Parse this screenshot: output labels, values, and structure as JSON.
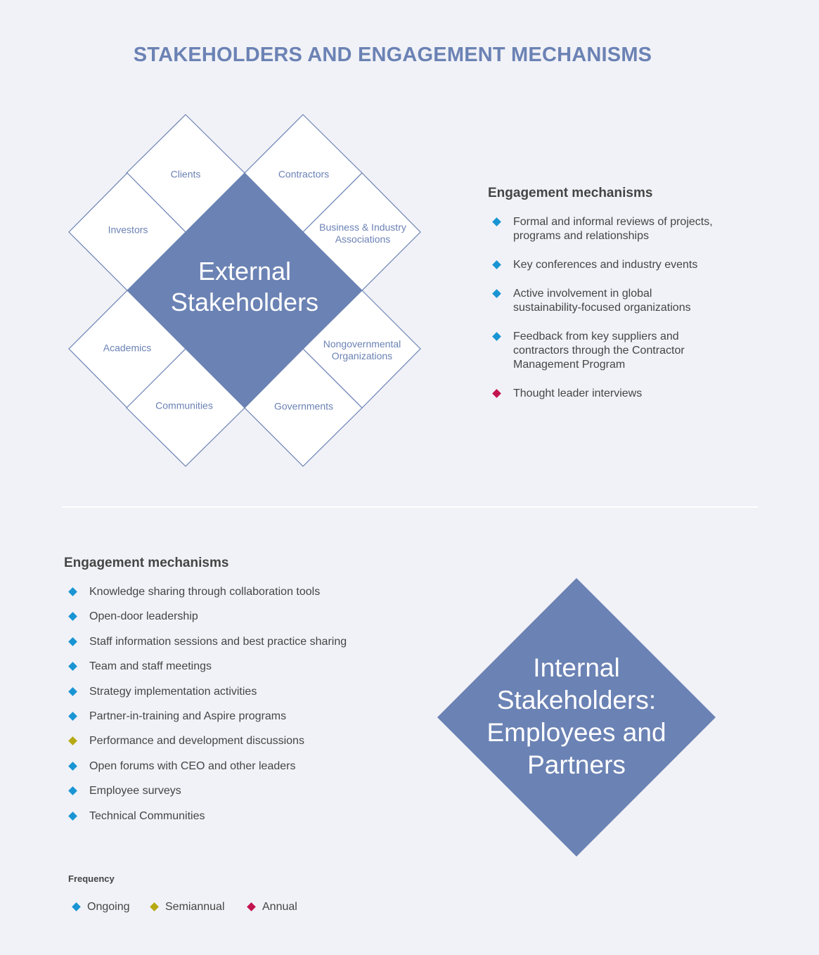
{
  "title": "STAKEHOLDERS AND ENGAGEMENT MECHANISMS",
  "colors": {
    "accent": "#6b82b4",
    "ongoing": "#1a95d3",
    "semiannual": "#b6a913",
    "annual": "#c2144f",
    "text": "#454545"
  },
  "external": {
    "center_label_line1": "External",
    "center_label_line2": "Stakeholders",
    "groups": {
      "clients": "Clients",
      "contractors": "Contractors",
      "investors": "Investors",
      "business_line1": "Business & Industry",
      "business_line2": "Associations",
      "academics": "Academics",
      "ngo_line1": "Nongovernmental",
      "ngo_line2": "Organizations",
      "communities": "Communities",
      "governments": "Governments"
    },
    "mechanisms_heading": "Engagement mechanisms",
    "mechanisms": [
      {
        "line1": "Formal and informal reviews of projects,",
        "line2": "programs and relationships",
        "line3": "",
        "frequency": "ongoing"
      },
      {
        "line1": "Key conferences and industry events",
        "line2": "",
        "line3": "",
        "frequency": "ongoing"
      },
      {
        "line1": "Active involvement in global",
        "line2": "sustainability-focused organizations",
        "line3": "",
        "frequency": "ongoing"
      },
      {
        "line1": "Feedback from key suppliers and",
        "line2": "contractors through the Contractor",
        "line3": "Management Program",
        "frequency": "ongoing"
      },
      {
        "line1": "Thought leader interviews",
        "line2": "",
        "line3": "",
        "frequency": "annual"
      }
    ]
  },
  "internal": {
    "center_label_line1": "Internal",
    "center_label_line2": "Stakeholders:",
    "center_label_line3": "Employees and",
    "center_label_line4": "Partners",
    "mechanisms_heading": "Engagement mechanisms",
    "mechanisms": [
      {
        "text": "Knowledge sharing through collaboration tools",
        "frequency": "ongoing"
      },
      {
        "text": "Open-door leadership",
        "frequency": "ongoing"
      },
      {
        "text": "Staff information sessions and best practice sharing",
        "frequency": "ongoing"
      },
      {
        "text": "Team and staff meetings",
        "frequency": "ongoing"
      },
      {
        "text": "Strategy implementation activities",
        "frequency": "ongoing"
      },
      {
        "text": "Partner-in-training and Aspire programs",
        "frequency": "ongoing"
      },
      {
        "text": "Performance and development discussions",
        "frequency": "semiannual"
      },
      {
        "text": "Open forums with CEO and other leaders",
        "frequency": "ongoing"
      },
      {
        "text": "Employee surveys",
        "frequency": "ongoing"
      },
      {
        "text": "Technical Communities",
        "frequency": "ongoing"
      }
    ]
  },
  "legend": {
    "title": "Frequency",
    "ongoing": "Ongoing",
    "semiannual": "Semiannual",
    "annual": "Annual"
  }
}
